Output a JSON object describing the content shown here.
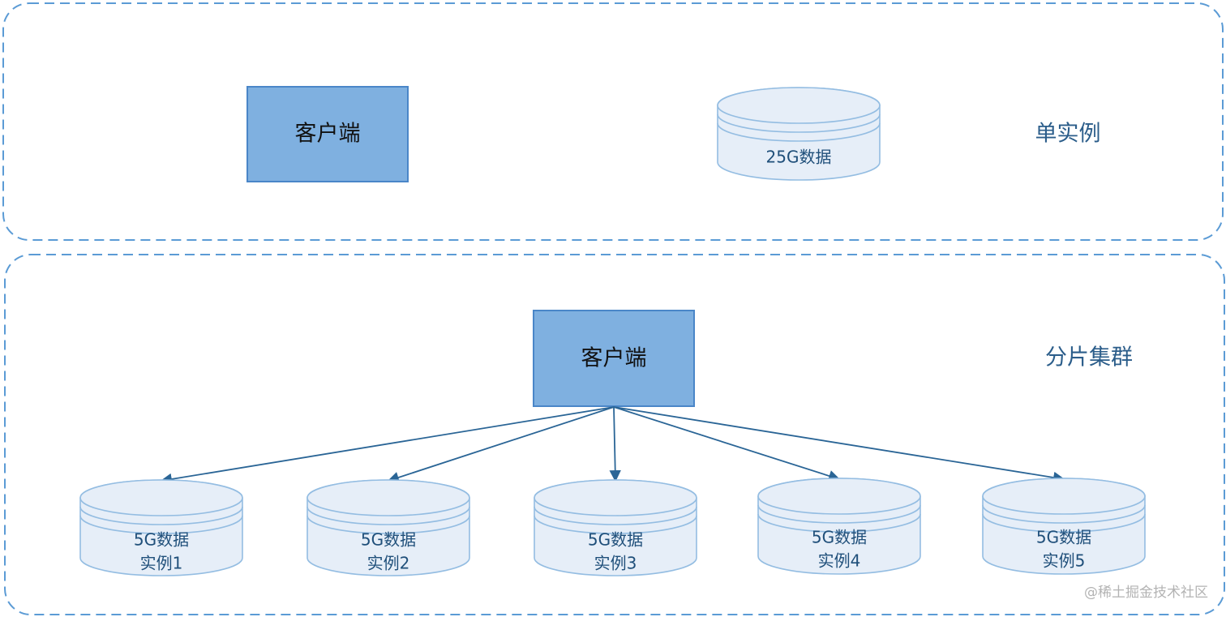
{
  "single_instance": {
    "group_label": "单实例",
    "client_label": "客户端",
    "db_label": "25G数据"
  },
  "sharded_cluster": {
    "group_label": "分片集群",
    "client_label": "客户端",
    "shards": [
      {
        "line1": "5G数据",
        "line2": "实例1"
      },
      {
        "line1": "5G数据",
        "line2": "实例2"
      },
      {
        "line1": "5G数据",
        "line2": "实例3"
      },
      {
        "line1": "5G数据",
        "line2": "实例4"
      },
      {
        "line1": "5G数据",
        "line2": "实例5"
      }
    ]
  },
  "watermark": "@稀土掘金技术社区",
  "colors": {
    "frame": "#5b9bd5",
    "client_fill": "#7fb0e0",
    "db_fill": "#e6eef8",
    "arrow": "#2a6596"
  }
}
